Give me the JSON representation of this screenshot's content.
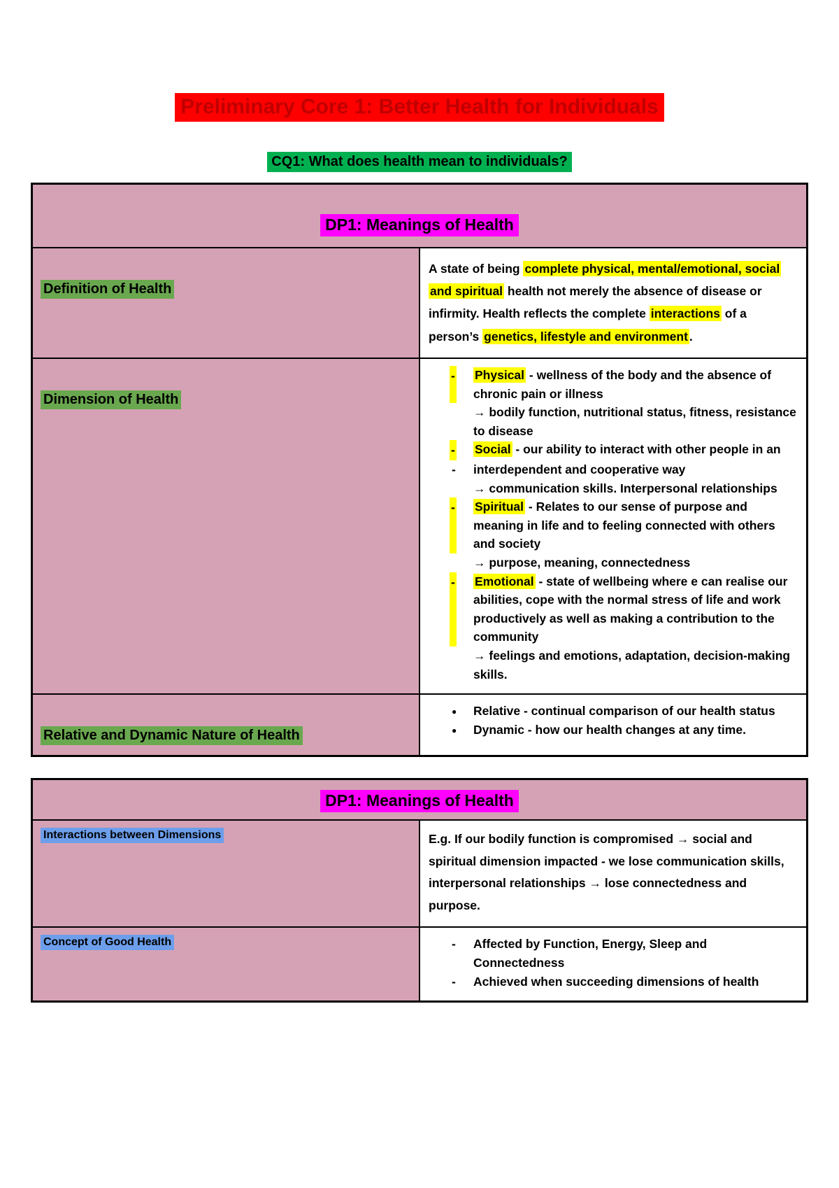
{
  "colors": {
    "title_bg": "#ff0000",
    "title_text": "#c00000",
    "subtitle_bg": "#00b050",
    "table_pink": "#d5a2b5",
    "header_hl": "#ff00ff",
    "label_green": "#6aa84f",
    "label_blue": "#6d9eeb",
    "hl_yellow": "#ffff00"
  },
  "title": "Preliminary Core 1: Better Health for Individuals",
  "subtitle": "CQ1: What does health mean to individuals?",
  "table1": {
    "header": "DP1: Meanings of Health",
    "rows": [
      {
        "label": "Definition of Health",
        "blocks": [
          {
            "type": "p",
            "segments": [
              {
                "t": "A state of being "
              },
              {
                "t": "complete physical, mental/emotional, social and spiritual",
                "h": "yellow"
              },
              {
                "t": " health not merely the absence of disease or infirmity. Health reflects the complete "
              },
              {
                "t": "interactions",
                "h": "yellow"
              },
              {
                "t": " of a person’s "
              },
              {
                "t": "genetics, lifestyle and environment",
                "h": "yellow"
              },
              {
                "t": "."
              }
            ]
          }
        ]
      },
      {
        "label": "Dimension of Health",
        "blocks": [
          {
            "type": "li",
            "bullet": "-",
            "bullet_h": "yellow",
            "segments": [
              {
                "t": "Physical",
                "h": "yellow"
              },
              {
                "t": " - wellness of the body and the absence of chronic pain or illness"
              }
            ]
          },
          {
            "type": "arrow",
            "segments": [
              {
                "t": "→ bodily function, nutritional status, fitness, resistance to disease"
              }
            ]
          },
          {
            "type": "li",
            "bullet": "-",
            "bullet_h": "yellow",
            "segments": [
              {
                "t": "Social",
                "h": "yellow"
              },
              {
                "t": " - our ability to interact with other people in an"
              }
            ]
          },
          {
            "type": "li",
            "bullet": "-",
            "segments": [
              {
                "t": "interdependent and cooperative way"
              }
            ]
          },
          {
            "type": "arrow",
            "segments": [
              {
                "t": "→ communication skills. Interpersonal relationships"
              }
            ]
          },
          {
            "type": "li",
            "bullet": "-",
            "bullet_h": "yellow",
            "segments": [
              {
                "t": "Spiritual",
                "h": "yellow"
              },
              {
                "t": " - Relates to our sense of purpose and meaning in life and to feeling connected with others and society"
              }
            ]
          },
          {
            "type": "arrow",
            "segments": [
              {
                "t": "→ purpose, meaning, connectedness"
              }
            ]
          },
          {
            "type": "li",
            "bullet": "-",
            "bullet_h": "yellow",
            "segments": [
              {
                "t": "Emotional",
                "h": "yellow"
              },
              {
                "t": " - state of wellbeing where e can realise our abilities, cope with the normal stress of life and work productively as well as making a contribution to the community"
              }
            ]
          },
          {
            "type": "arrow",
            "segments": [
              {
                "t": "→ feelings and emotions, adaptation, decision-making skills."
              }
            ]
          }
        ]
      },
      {
        "label": "Relative and Dynamic Nature of Health",
        "blocks": [
          {
            "type": "li-dot",
            "bullet": "●",
            "segments": [
              {
                "t": "Relative - continual comparison of our health status"
              }
            ]
          },
          {
            "type": "li-dot",
            "bullet": "●",
            "segments": [
              {
                "t": "Dynamic - how our health changes at any time."
              }
            ]
          }
        ]
      }
    ]
  },
  "table2": {
    "header": "DP1: Meanings of Health",
    "rows": [
      {
        "label": "Interactions between Dimensions",
        "blocks": [
          {
            "type": "p",
            "segments": [
              {
                "t": "E.g. If our bodily function is compromised → social and spiritual dimension impacted - we lose communication skills, interpersonal relationships → lose connectedness and purpose."
              }
            ]
          }
        ]
      },
      {
        "label": "Concept of Good Health",
        "blocks": [
          {
            "type": "li",
            "bullet": "-",
            "segments": [
              {
                "t": "Affected by Function, Energy, Sleep and Connectedness"
              }
            ]
          },
          {
            "type": "li",
            "bullet": "-",
            "segments": [
              {
                "t": "Achieved when succeeding dimensions of health"
              }
            ]
          }
        ]
      }
    ]
  }
}
